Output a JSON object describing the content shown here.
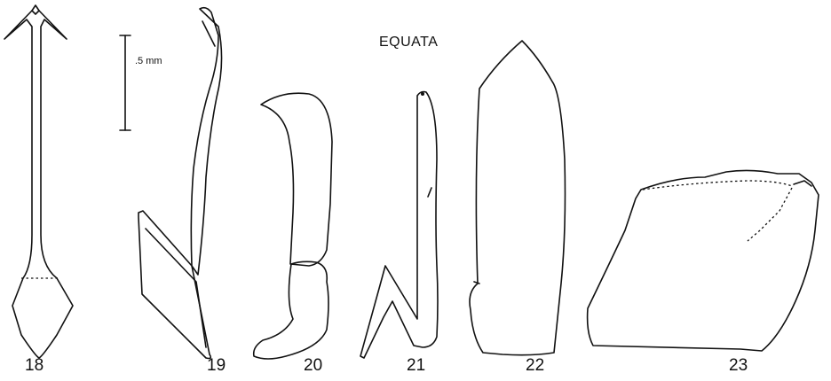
{
  "plate": {
    "title": "EQUATA",
    "scale_bar": {
      "label": ".5 mm"
    },
    "figures": [
      {
        "number": "18"
      },
      {
        "number": "19"
      },
      {
        "number": "20"
      },
      {
        "number": "21"
      },
      {
        "number": "22"
      },
      {
        "number": "23"
      }
    ]
  }
}
